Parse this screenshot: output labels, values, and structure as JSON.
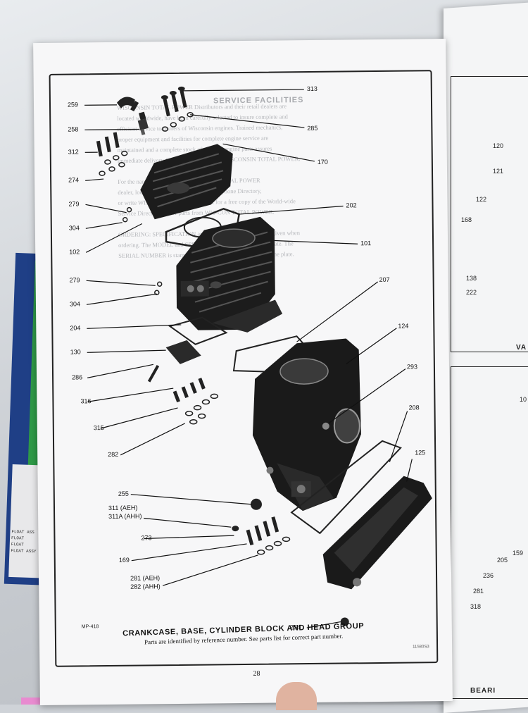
{
  "page": {
    "caption_title": "CRANKCASE, BASE, CYLINDER BLOCK AND HEAD GROUP",
    "caption_subtitle": "Parts are identified by reference number. See parts list for correct part number.",
    "page_number": "28",
    "code": "MP-418",
    "drawing_code": "11580S3"
  },
  "ghost_text": {
    "heading": "SERVICE FACILITIES",
    "lines": [
      "WISCONSIN TOTAL POWER Distributors and their retail dealers are",
      "located worldwide, have been carefully selected to insure complete and",
      "efficient service to owners of Wisconsin engines. Trained mechanics,",
      "proper equipment and facilities for complete engine service are",
      "maintained and a complete stock of genuine engine parts assures",
      "immediate delivery for the complete line of WISCONSIN TOTAL POWER.",
      "",
      "For the name of the nearest WISCONSIN TOTAL POWER",
      "dealer, look in the Yellow Pages of the Telephone Directory,",
      "or write WISCONSIN TOTAL POWER for a free copy of the World-wide",
      "Service Directory. Order parts from WIS-CON TOTAL POWER.",
      "",
      "ORDERING: SPECIFICATION and SERIAL numbers must be given when",
      "ordering. The MODEL and SPECIFICATION are on the name plate. The",
      "SERIAL NUMBER is stamped either on the crankcase or the name plate."
    ]
  },
  "callouts": [
    {
      "text": "259"
    },
    {
      "text": "258"
    },
    {
      "text": "312"
    },
    {
      "text": "274"
    },
    {
      "text": "279"
    },
    {
      "text": "304"
    },
    {
      "text": "102"
    },
    {
      "text": "279"
    },
    {
      "text": "304"
    },
    {
      "text": "204"
    },
    {
      "text": "130"
    },
    {
      "text": "286"
    },
    {
      "text": "316"
    },
    {
      "text": "315"
    },
    {
      "text": "282"
    },
    {
      "text": "255"
    },
    {
      "text": "311 (AEH)"
    },
    {
      "text": "311A (AHH)"
    },
    {
      "text": "273"
    },
    {
      "text": "169"
    },
    {
      "text": "281 (AEH)"
    },
    {
      "text": "282 (AHH)"
    },
    {
      "text": "313"
    },
    {
      "text": "285"
    },
    {
      "text": "170"
    },
    {
      "text": "202"
    },
    {
      "text": "101"
    },
    {
      "text": "207"
    },
    {
      "text": "124"
    },
    {
      "text": "293"
    },
    {
      "text": "208"
    },
    {
      "text": "125"
    },
    {
      "text": "254"
    }
  ],
  "right_page": {
    "labels": [
      "120",
      "121",
      "122",
      "168",
      "138",
      "222",
      "VA",
      "10",
      "159",
      "205",
      "236",
      "281",
      "318",
      "BEARI"
    ]
  },
  "folder": {
    "lines": [
      "FLOAT ASS",
      "FLOAT",
      "FLOAT",
      "FLOAT ASSY"
    ]
  }
}
